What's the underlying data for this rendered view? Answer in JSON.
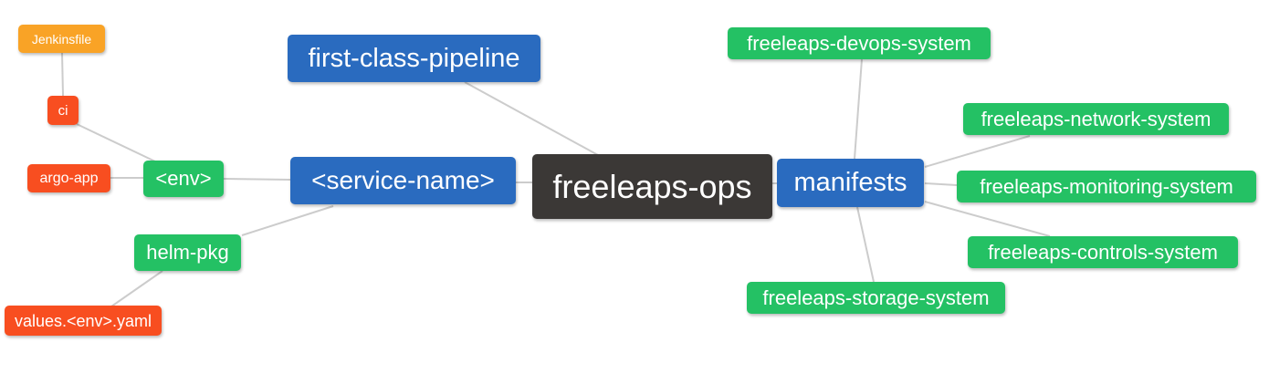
{
  "diagram": {
    "type": "mindmap",
    "root": "freeleaps-ops"
  },
  "colors": {
    "node-blue": "#2A6BBF",
    "node-green": "#24C164",
    "node-red": "#F84E20",
    "node-orange": "#F9A326",
    "node-dark": "#3B3836",
    "edge": "#CCCCCC",
    "text": "#FFFFFF",
    "background": "#FFFFFF"
  },
  "nodes": {
    "freeleaps_ops": {
      "label": "freeleaps-ops",
      "level": 0,
      "color": "dark"
    },
    "first_class_pipeline": {
      "label": "first-class-pipeline",
      "level": 1,
      "color": "blue"
    },
    "service_name": {
      "label": "<service-name>",
      "level": 1,
      "color": "blue"
    },
    "manifests": {
      "label": "manifests",
      "level": 1,
      "color": "blue"
    },
    "env": {
      "label": "<env>",
      "level": 2,
      "color": "green"
    },
    "helm_pkg": {
      "label": "helm-pkg",
      "level": 2,
      "color": "green"
    },
    "argo_app": {
      "label": "argo-app",
      "level": 3,
      "color": "red"
    },
    "ci": {
      "label": "ci",
      "level": 3,
      "color": "red"
    },
    "jenkinsfile": {
      "label": "Jenkinsfile",
      "level": 4,
      "color": "orange"
    },
    "values_env_yaml": {
      "label": "values.<env>.yaml",
      "level": 3,
      "color": "red"
    },
    "devops_system": {
      "label": "freeleaps-devops-system",
      "level": 2,
      "color": "green"
    },
    "network_system": {
      "label": "freeleaps-network-system",
      "level": 2,
      "color": "green"
    },
    "monitoring_system": {
      "label": "freeleaps-monitoring-system",
      "level": 2,
      "color": "green"
    },
    "controls_system": {
      "label": "freeleaps-controls-system",
      "level": 2,
      "color": "green"
    },
    "storage_system": {
      "label": "freeleaps-storage-system",
      "level": 2,
      "color": "green"
    }
  },
  "edges": [
    {
      "from": "jenkinsfile",
      "to": "ci"
    },
    {
      "from": "ci",
      "to": "env"
    },
    {
      "from": "argo_app",
      "to": "env"
    },
    {
      "from": "env",
      "to": "service_name"
    },
    {
      "from": "helm_pkg",
      "to": "service_name"
    },
    {
      "from": "values_env_yaml",
      "to": "helm_pkg"
    },
    {
      "from": "first_class_pipeline",
      "to": "freeleaps_ops"
    },
    {
      "from": "service_name",
      "to": "freeleaps_ops"
    },
    {
      "from": "freeleaps_ops",
      "to": "manifests"
    },
    {
      "from": "manifests",
      "to": "devops_system"
    },
    {
      "from": "manifests",
      "to": "network_system"
    },
    {
      "from": "manifests",
      "to": "monitoring_system"
    },
    {
      "from": "manifests",
      "to": "controls_system"
    },
    {
      "from": "manifests",
      "to": "storage_system"
    }
  ]
}
